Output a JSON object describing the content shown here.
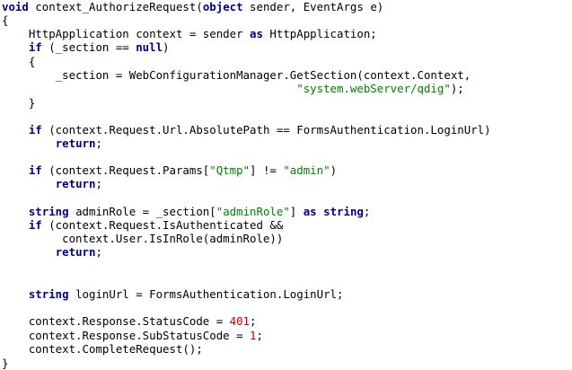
{
  "code": {
    "language": "C#",
    "colors": {
      "keyword": "#00008b",
      "string": "#008000",
      "number": "#c00000",
      "text": "#000000",
      "background": "#ffffff"
    },
    "lines": [
      {
        "indent": "",
        "segments": [
          {
            "t": "kw",
            "v": "void"
          },
          {
            "t": "id",
            "v": " context_AuthorizeRequest("
          },
          {
            "t": "kw",
            "v": "object"
          },
          {
            "t": "id",
            "v": " sender, EventArgs e)"
          }
        ]
      },
      {
        "indent": "",
        "segments": [
          {
            "t": "id",
            "v": "{"
          }
        ]
      },
      {
        "indent": "    ",
        "segments": [
          {
            "t": "id",
            "v": "HttpApplication context = sender "
          },
          {
            "t": "kw",
            "v": "as"
          },
          {
            "t": "id",
            "v": " HttpApplication;"
          }
        ]
      },
      {
        "indent": "    ",
        "segments": [
          {
            "t": "kw",
            "v": "if"
          },
          {
            "t": "id",
            "v": " (_section == "
          },
          {
            "t": "kw",
            "v": "null"
          },
          {
            "t": "id",
            "v": ")"
          }
        ]
      },
      {
        "indent": "    ",
        "segments": [
          {
            "t": "id",
            "v": "{"
          }
        ]
      },
      {
        "indent": "        ",
        "segments": [
          {
            "t": "id",
            "v": "_section = WebConfigurationManager.GetSection(context.Context,"
          }
        ]
      },
      {
        "indent": "                                            ",
        "segments": [
          {
            "t": "str",
            "v": "\"system.webServer/qdig\""
          },
          {
            "t": "id",
            "v": ");"
          }
        ]
      },
      {
        "indent": "    ",
        "segments": [
          {
            "t": "id",
            "v": "}"
          }
        ]
      },
      {
        "indent": "",
        "segments": []
      },
      {
        "indent": "    ",
        "segments": [
          {
            "t": "kw",
            "v": "if"
          },
          {
            "t": "id",
            "v": " (context.Request.Url.AbsolutePath == FormsAuthentication.LoginUrl)"
          }
        ]
      },
      {
        "indent": "        ",
        "segments": [
          {
            "t": "kw",
            "v": "return"
          },
          {
            "t": "id",
            "v": ";"
          }
        ]
      },
      {
        "indent": "",
        "segments": []
      },
      {
        "indent": "    ",
        "segments": [
          {
            "t": "kw",
            "v": "if"
          },
          {
            "t": "id",
            "v": " (context.Request.Params["
          },
          {
            "t": "str",
            "v": "\"Qtmp\""
          },
          {
            "t": "id",
            "v": "] != "
          },
          {
            "t": "str",
            "v": "\"admin\""
          },
          {
            "t": "id",
            "v": ")"
          }
        ]
      },
      {
        "indent": "        ",
        "segments": [
          {
            "t": "kw",
            "v": "return"
          },
          {
            "t": "id",
            "v": ";"
          }
        ]
      },
      {
        "indent": "",
        "segments": []
      },
      {
        "indent": "    ",
        "segments": [
          {
            "t": "kw",
            "v": "string"
          },
          {
            "t": "id",
            "v": " adminRole = _section["
          },
          {
            "t": "str",
            "v": "\"adminRole\""
          },
          {
            "t": "id",
            "v": "] "
          },
          {
            "t": "kw",
            "v": "as"
          },
          {
            "t": "id",
            "v": " "
          },
          {
            "t": "kw",
            "v": "string"
          },
          {
            "t": "id",
            "v": ";"
          }
        ]
      },
      {
        "indent": "    ",
        "segments": [
          {
            "t": "kw",
            "v": "if"
          },
          {
            "t": "id",
            "v": " (context.Request.IsAuthenticated &&"
          }
        ]
      },
      {
        "indent": "         ",
        "segments": [
          {
            "t": "id",
            "v": "context.User.IsInRole(adminRole))"
          }
        ]
      },
      {
        "indent": "        ",
        "segments": [
          {
            "t": "kw",
            "v": "return"
          },
          {
            "t": "id",
            "v": ";"
          }
        ]
      },
      {
        "indent": "",
        "segments": []
      },
      {
        "indent": "",
        "segments": []
      },
      {
        "indent": "    ",
        "segments": [
          {
            "t": "kw",
            "v": "string"
          },
          {
            "t": "id",
            "v": " loginUrl = FormsAuthentication.LoginUrl;"
          }
        ]
      },
      {
        "indent": "",
        "segments": []
      },
      {
        "indent": "    ",
        "segments": [
          {
            "t": "id",
            "v": "context.Response.StatusCode = "
          },
          {
            "t": "num",
            "v": "401"
          },
          {
            "t": "id",
            "v": ";"
          }
        ]
      },
      {
        "indent": "    ",
        "segments": [
          {
            "t": "id",
            "v": "context.Response.SubStatusCode = "
          },
          {
            "t": "num",
            "v": "1"
          },
          {
            "t": "id",
            "v": ";"
          }
        ]
      },
      {
        "indent": "    ",
        "segments": [
          {
            "t": "id",
            "v": "context.CompleteRequest();"
          }
        ]
      },
      {
        "indent": "",
        "segments": [
          {
            "t": "id",
            "v": "}"
          }
        ]
      }
    ]
  }
}
